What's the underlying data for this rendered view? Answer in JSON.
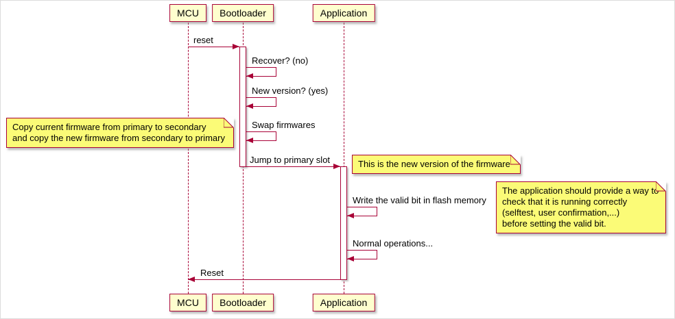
{
  "participants": [
    {
      "name": "MCU"
    },
    {
      "name": "Bootloader"
    },
    {
      "name": "Application"
    }
  ],
  "messages": {
    "reset": "reset",
    "recover": "Recover? (no)",
    "new_version": "New version? (yes)",
    "swap_firmwares": "Swap firmwares",
    "jump_to_primary": "Jump to primary slot",
    "write_valid_bit": "Write the valid bit in flash memory",
    "normal_operations": "Normal operations...",
    "reset_return": "Reset"
  },
  "notes": {
    "swap_note": "Copy current firmware from primary to secondary\nand copy the new firmware from secondary to primary",
    "new_firmware_note": "This is the new version of the firmware",
    "valid_bit_note": "The application should provide a way to\ncheck that it is running correctly\n(selftest, user confirmation,...)\nbefore setting the valid bit."
  },
  "colors": {
    "border": "#A80036",
    "participant_bg": "#FEFECE",
    "note_bg": "#FBFB77",
    "lifeline": "#A80036",
    "background": "#FFFFFF"
  }
}
